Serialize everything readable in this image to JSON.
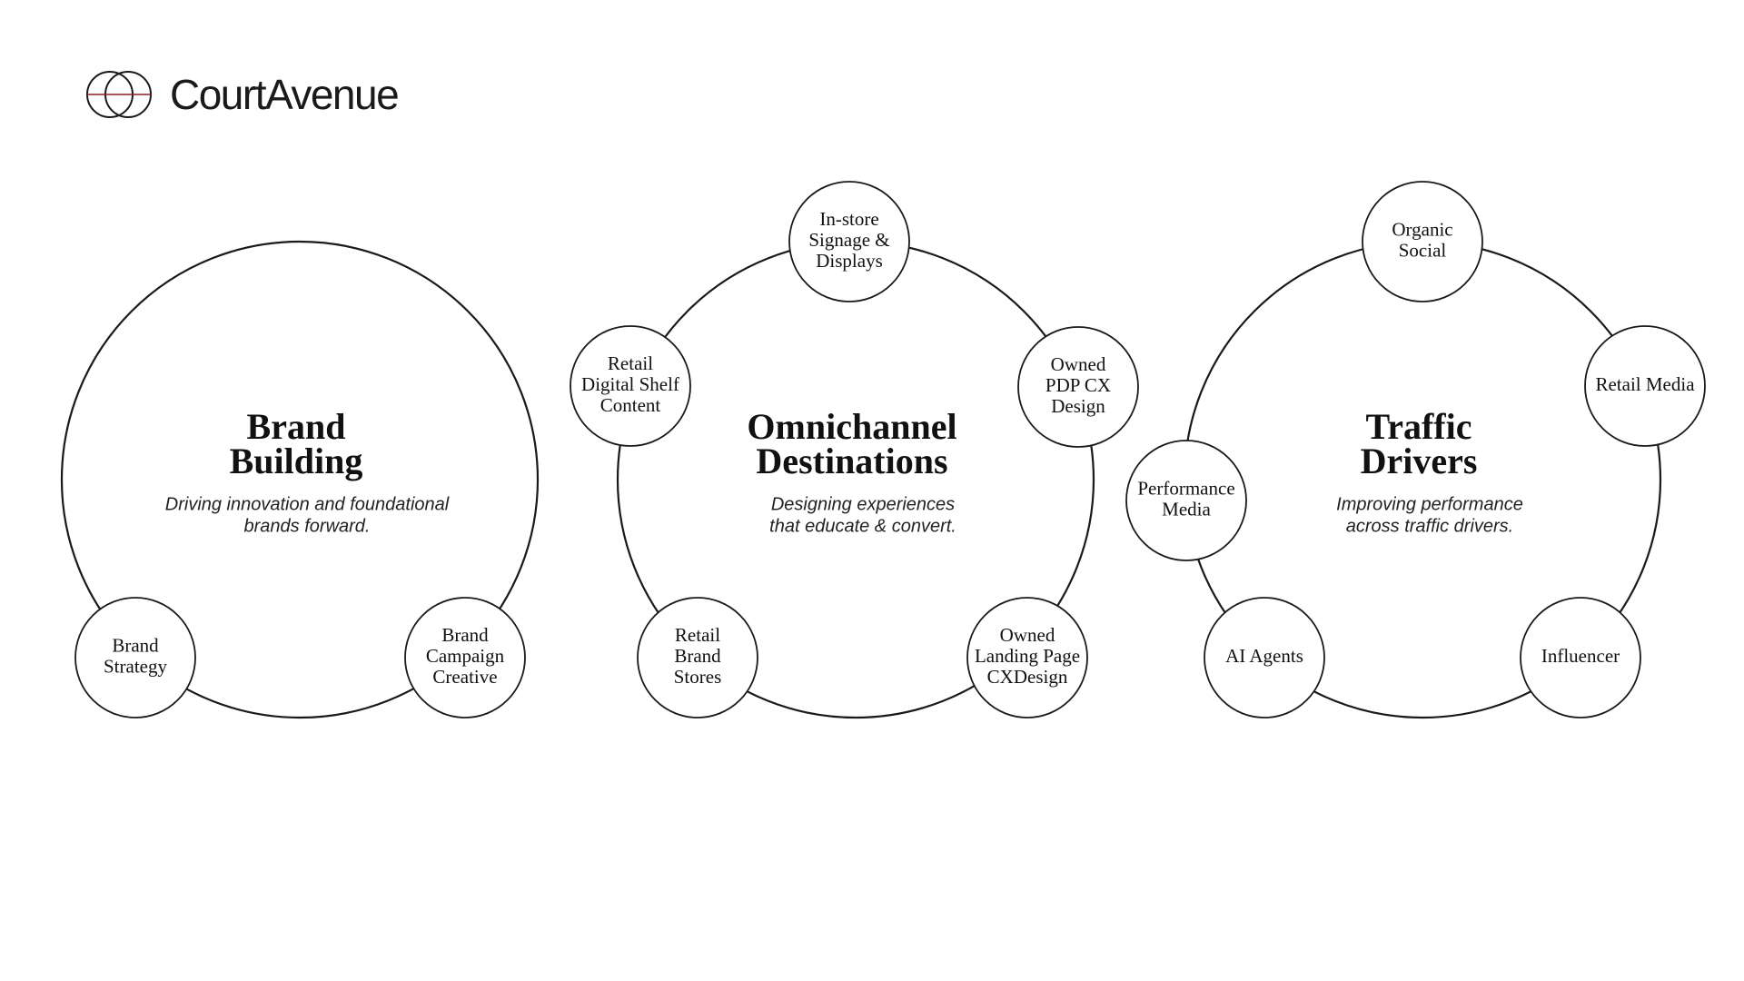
{
  "brand": {
    "name": "CourtAvenue",
    "logo_icon": "interlocking-rings-logo",
    "text_color": "#1a1a1a",
    "accent_color": "#8b1e1e"
  },
  "groups": [
    {
      "id": "brand-building",
      "title_lines": [
        "Brand",
        "Building"
      ],
      "subtitle_lines": [
        "Driving innovation and foundational",
        "brands forward."
      ],
      "nodes": [
        {
          "id": "brand-strategy",
          "label_lines": [
            "Brand",
            "Strategy"
          ]
        },
        {
          "id": "brand-campaign-creative",
          "label_lines": [
            "Brand",
            "Campaign",
            "Creative"
          ]
        }
      ]
    },
    {
      "id": "omnichannel-destinations",
      "title_lines": [
        "Omnichannel",
        "Destinations"
      ],
      "subtitle_lines": [
        "Designing experiences",
        "that educate & convert."
      ],
      "nodes": [
        {
          "id": "in-store-signage-displays",
          "label_lines": [
            "In-store",
            "Signage &",
            "Displays"
          ]
        },
        {
          "id": "owned-pdp-cx-design",
          "label_lines": [
            "Owned",
            "PDP CX",
            "Design"
          ]
        },
        {
          "id": "owned-landing-page-cxdesign",
          "label_lines": [
            "Owned",
            "Landing Page",
            "CXDesign"
          ]
        },
        {
          "id": "retail-brand-stores",
          "label_lines": [
            "Retail",
            "Brand",
            "Stores"
          ]
        },
        {
          "id": "retail-digital-shelf-content",
          "label_lines": [
            "Retail",
            "Digital Shelf",
            "Content"
          ]
        }
      ]
    },
    {
      "id": "traffic-drivers",
      "title_lines": [
        "Traffic",
        "Drivers"
      ],
      "subtitle_lines": [
        "Improving performance",
        "across traffic drivers."
      ],
      "nodes": [
        {
          "id": "organic-social",
          "label_lines": [
            "Organic",
            "Social"
          ]
        },
        {
          "id": "retail-media",
          "label_lines": [
            "Retail Media"
          ]
        },
        {
          "id": "influencer",
          "label_lines": [
            "Influencer"
          ]
        },
        {
          "id": "ai-agents",
          "label_lines": [
            "AI Agents"
          ]
        },
        {
          "id": "performance-media",
          "label_lines": [
            "Performance",
            "Media"
          ]
        }
      ]
    }
  ]
}
